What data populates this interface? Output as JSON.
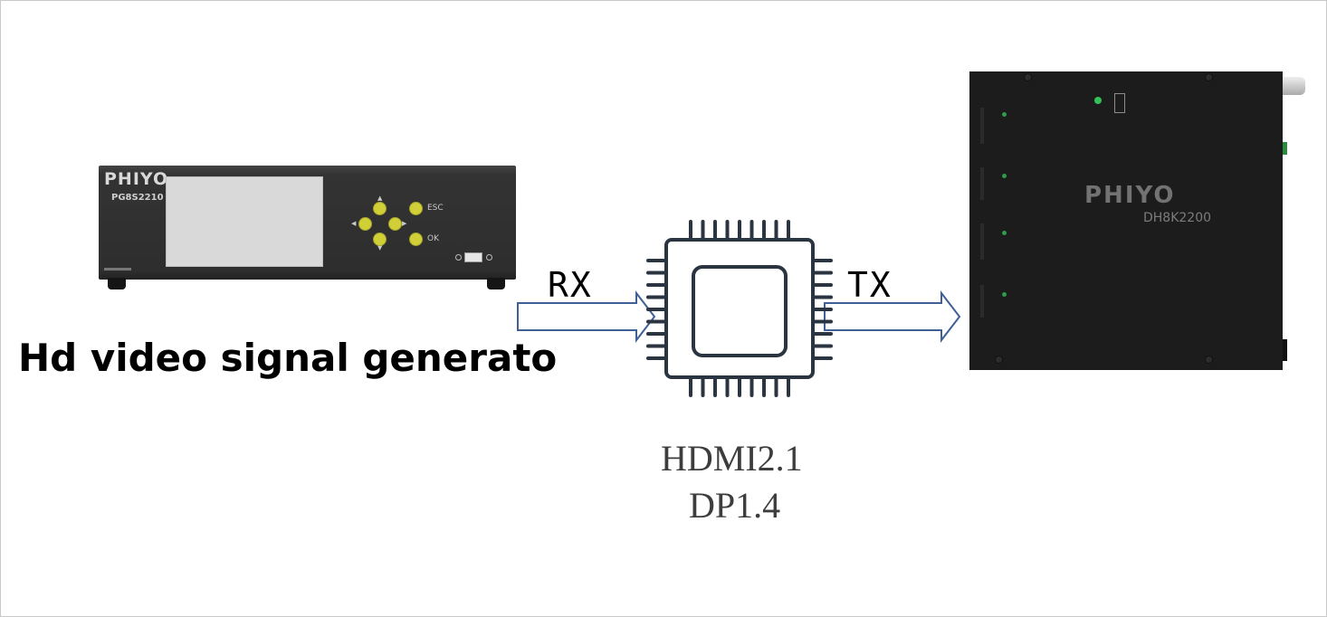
{
  "generator": {
    "brand": "PHIYO",
    "model": "PG8S2210",
    "buttons": {
      "esc": "ESC",
      "ok": "OK"
    },
    "key_color": "#d1cf38"
  },
  "caption": "Hd video signal generato",
  "rx_label": "RX",
  "tx_label": "TX",
  "interfaces": [
    "HDMI2.1",
    "DP1.4"
  ],
  "analyzer": {
    "brand": "PHIYO",
    "model": "DH8K2200"
  },
  "arrow_color": "#3f5f97"
}
